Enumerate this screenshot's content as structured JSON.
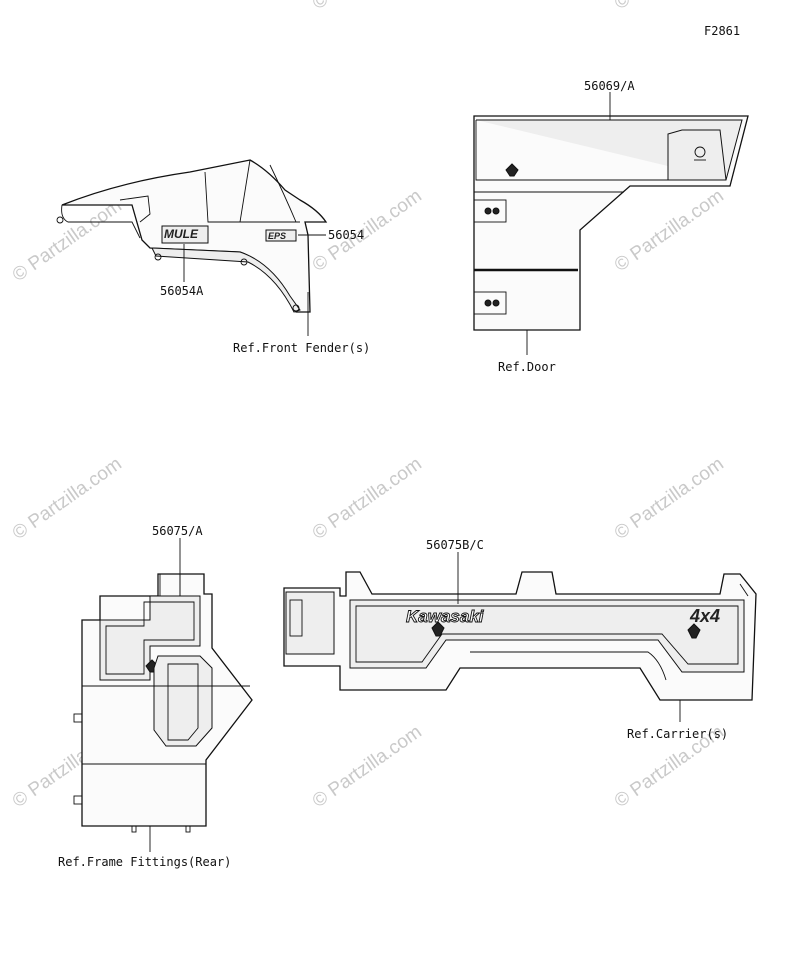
{
  "figure_code": "F2861",
  "watermark": "© Partzilla.com",
  "callouts": {
    "part_56054": "56054",
    "part_56054a": "56054A",
    "ref_front_fender": "Ref.Front Fender(s)",
    "part_56069a": "56069/A",
    "ref_door": "Ref.Door",
    "part_56075a": "56075/A",
    "ref_frame_fittings": "Ref.Frame Fittings(Rear)",
    "part_56075bc": "56075B/C",
    "ref_carrier": "Ref.Carrier(s)"
  },
  "decal_text": {
    "mule": "MULE",
    "eps": "EPS",
    "kawasaki": "Kawasaki",
    "four_by_four": "4x4"
  },
  "colors": {
    "line": "#111111",
    "watermark": "#c9c9c9",
    "panel_fill": "#fbfbfb"
  }
}
